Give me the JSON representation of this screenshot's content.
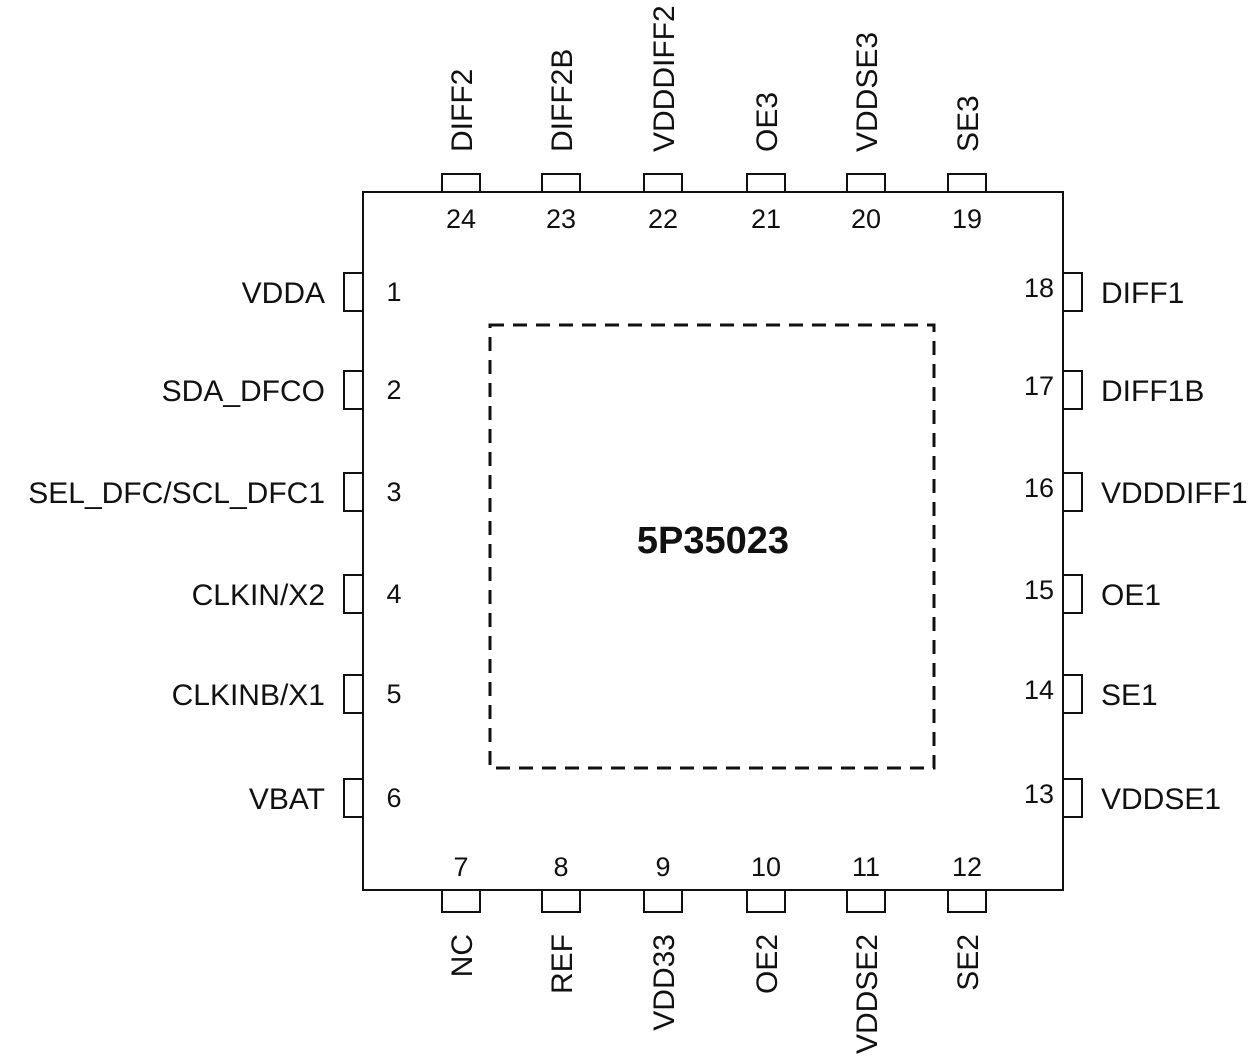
{
  "chip": {
    "part_number": "5P35023"
  },
  "pins": {
    "left": [
      {
        "num": "1",
        "name": "VDDA"
      },
      {
        "num": "2",
        "name": "SDA_DFCO"
      },
      {
        "num": "3",
        "name": "SEL_DFC/SCL_DFC1"
      },
      {
        "num": "4",
        "name": "CLKIN/X2"
      },
      {
        "num": "5",
        "name": "CLKINB/X1"
      },
      {
        "num": "6",
        "name": "VBAT"
      }
    ],
    "right": [
      {
        "num": "18",
        "name": "DIFF1"
      },
      {
        "num": "17",
        "name": "DIFF1B"
      },
      {
        "num": "16",
        "name": "VDDDIFF1"
      },
      {
        "num": "15",
        "name": "OE1"
      },
      {
        "num": "14",
        "name": "SE1"
      },
      {
        "num": "13",
        "name": "VDDSE1"
      }
    ],
    "top": [
      {
        "num": "24",
        "name": "DIFF2"
      },
      {
        "num": "23",
        "name": "DIFF2B"
      },
      {
        "num": "22",
        "name": "VDDDIFF2"
      },
      {
        "num": "21",
        "name": "OE3"
      },
      {
        "num": "20",
        "name": "VDDSE3"
      },
      {
        "num": "19",
        "name": "SE3"
      }
    ],
    "bottom": [
      {
        "num": "7",
        "name": "NC"
      },
      {
        "num": "8",
        "name": "REF"
      },
      {
        "num": "9",
        "name": "VDD33"
      },
      {
        "num": "10",
        "name": "OE2"
      },
      {
        "num": "11",
        "name": "VDDSE2"
      },
      {
        "num": "12",
        "name": "SE2"
      }
    ]
  }
}
